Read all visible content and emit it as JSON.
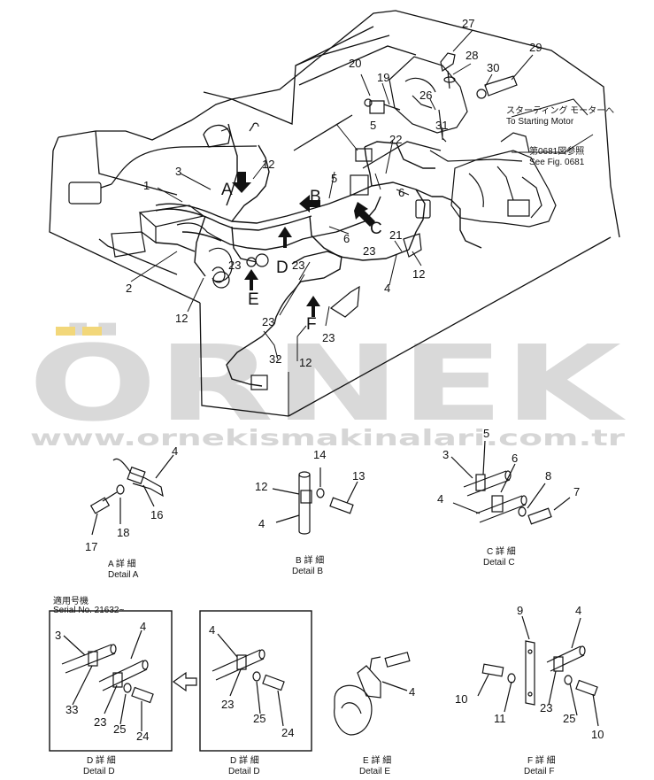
{
  "watermark": {
    "brand": "ÖRNEK",
    "url": "www.ornekismakinalari.com.tr",
    "color": "#d9d9d9",
    "accent": "#f2d77a"
  },
  "callouts": {
    "to_starting_motor_jp": "スターティング モーターへ",
    "to_starting_motor": "To Starting Motor",
    "see_fig_jp": "第0681図参照",
    "see_fig": "See Fig. 0681",
    "serial_jp": "適用号機",
    "serial": "Serial  No. 21632~"
  },
  "view_letters": [
    "A",
    "B",
    "C",
    "D",
    "E",
    "F"
  ],
  "main_numbers": [
    "1",
    "2",
    "3",
    "4",
    "5",
    "6",
    "12",
    "19",
    "20",
    "21",
    "22",
    "23",
    "26",
    "27",
    "28",
    "29",
    "30",
    "31",
    "32"
  ],
  "details": [
    {
      "id": "A",
      "jp": "A 詳 細",
      "label": "Detail A",
      "parts": [
        "4",
        "16",
        "17",
        "18"
      ]
    },
    {
      "id": "B",
      "jp": "B 詳 細",
      "label": "Detail B",
      "parts": [
        "4",
        "12",
        "13",
        "14"
      ]
    },
    {
      "id": "C",
      "jp": "C 詳 細",
      "label": "Detail C",
      "parts": [
        "3",
        "4",
        "5",
        "6",
        "7",
        "8"
      ]
    },
    {
      "id": "D1",
      "jp": "D 詳 細",
      "label": "Detail D",
      "parts": [
        "3",
        "4",
        "23",
        "24",
        "25",
        "33"
      ]
    },
    {
      "id": "D2",
      "jp": "D 詳 細",
      "label": "Detail D",
      "parts": [
        "4",
        "23",
        "24",
        "25"
      ]
    },
    {
      "id": "E",
      "jp": "E 詳 細",
      "label": "Detail E",
      "parts": [
        "4"
      ]
    },
    {
      "id": "F",
      "jp": "F 詳 細",
      "label": "Detail F",
      "parts": [
        "4",
        "9",
        "10",
        "11",
        "23",
        "25"
      ]
    }
  ]
}
